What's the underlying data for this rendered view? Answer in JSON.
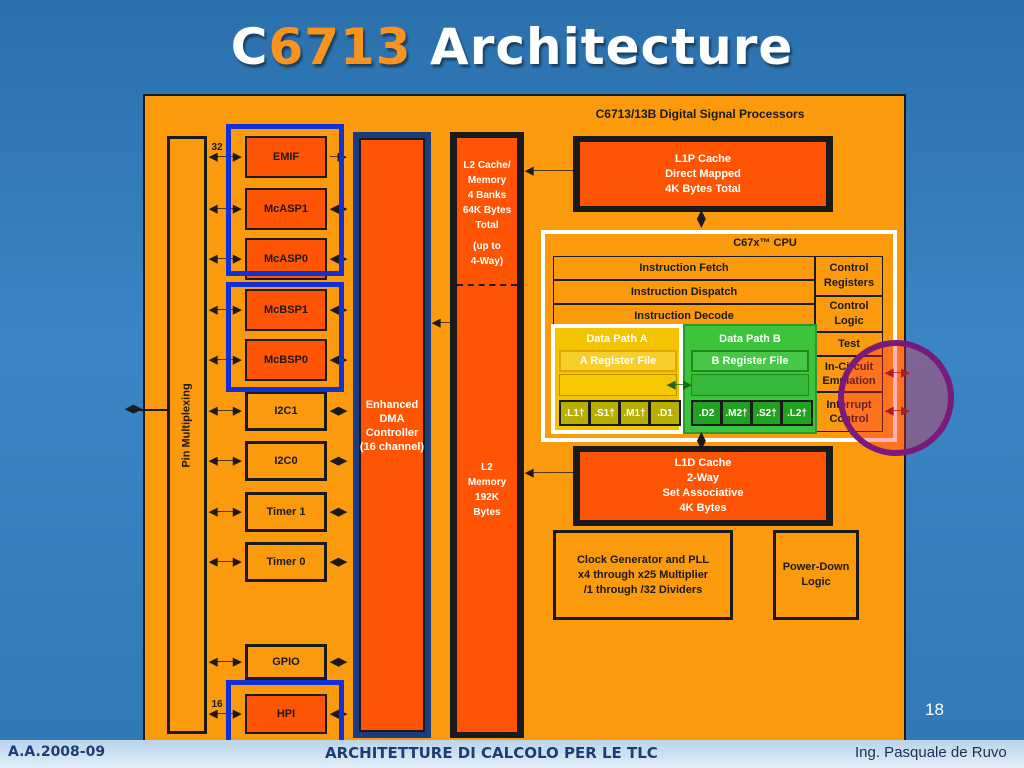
{
  "slide": {
    "title_part1": "C",
    "title_highlight": "6713",
    "title_part2": " Architecture",
    "page_number": "18",
    "footer_left": "A.A.2008-09",
    "footer_center": "ARCHITETTURE DI CALCOLO PER LE TLC",
    "footer_right": "Ing. Pasquale de Ruvo"
  },
  "diagram": {
    "header": "C6713/13B Digital Signal Processors",
    "pin_multiplexing": "Pin Multiplexing",
    "bus_32": "32",
    "bus_16": "16",
    "peripherals": [
      "EMIF",
      "McASP1",
      "McASP0",
      "McBSP1",
      "McBSP0",
      "I2C1",
      "I2C0",
      "Timer 1",
      "Timer 0",
      "GPIO",
      "HPI"
    ],
    "dma": [
      "Enhanced",
      "DMA",
      "Controller",
      "(16 channel)"
    ],
    "l2_cache": [
      "L2 Cache/",
      "Memory",
      "4 Banks",
      "64K Bytes",
      "Total",
      "",
      "(up to",
      "4-Way)"
    ],
    "l2_memory": [
      "L2",
      "Memory",
      "192K",
      "Bytes"
    ],
    "l1p": [
      "L1P Cache",
      "Direct Mapped",
      "4K Bytes Total"
    ],
    "cpu_title": "C67x™ CPU",
    "instruction_fetch": "Instruction Fetch",
    "instruction_dispatch": "Instruction Dispatch",
    "instruction_decode": "Instruction Decode",
    "control_registers": [
      "Control",
      "Registers"
    ],
    "control_logic": [
      "Control",
      "Logic"
    ],
    "test": "Test",
    "in_circuit": [
      "In-Circuit",
      "Emulation"
    ],
    "interrupt": [
      "Interrupt",
      "Control"
    ],
    "data_path_a": "Data Path A",
    "data_path_b": "Data Path B",
    "reg_a": "A Register File",
    "reg_b": "B Register File",
    "units_a": [
      ".L1†",
      ".S1†",
      ".M1†",
      ".D1"
    ],
    "units_b": [
      ".D2",
      ".M2†",
      ".S2†",
      ".L2†"
    ],
    "l1d": [
      "L1D Cache",
      "2-Way",
      "Set Associative",
      "4K Bytes"
    ],
    "clock": [
      "Clock Generator and PLL",
      "x4 through x25 Multiplier",
      "/1 through /32 Dividers"
    ],
    "power_down": [
      "Power-Down",
      "Logic"
    ]
  },
  "colors": {
    "background": "#2f78b4",
    "diagram_fill": "#fb9a0d",
    "block_fill": "#fe5403",
    "title_highlight": "#f7931e",
    "highlight_blue": "#1030d8",
    "highlight_purple": "#7a1a7a",
    "data_path_a": "#f5c400",
    "data_path_b": "#3cc43c"
  }
}
